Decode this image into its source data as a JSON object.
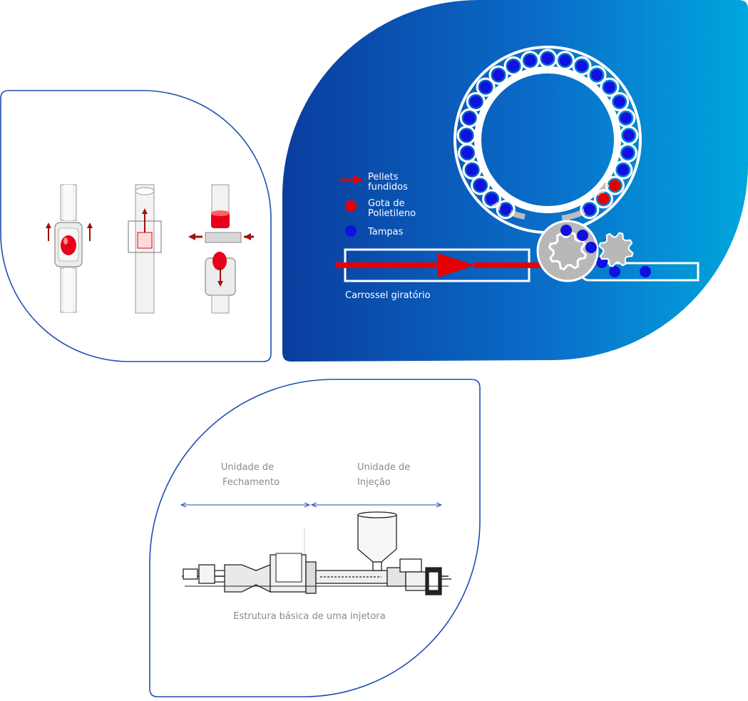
{
  "colors": {
    "brand_blue": "#1e4fb3",
    "gradient_start": "#0a3d9e",
    "gradient_end": "#00a6de",
    "cap_blue": "#1010e0",
    "drop_red": "#e60000",
    "gear_gray": "#b8b8b8",
    "label_gray": "#8a8a8a"
  },
  "carousel_panel": {
    "legend": {
      "pellets_line1": "Pellets",
      "pellets_line2": "fundidos",
      "drop_line1": "Gota de",
      "drop_line2": "Polietileno",
      "caps": "Tampas"
    },
    "caption": "Carrossel giratório"
  },
  "injection_panel": {
    "closing_unit_line1": "Unidade de",
    "closing_unit_line2": "Fechamento",
    "injection_unit_line1": "Unidade de",
    "injection_unit_line2": "Injeção",
    "caption": "Estrutura básica de uma injetora"
  },
  "icons": {
    "step1": "mold-close-up-arrows-icon",
    "step2": "cavity-with-melt-icon",
    "step3": "cap-compression-icon"
  }
}
